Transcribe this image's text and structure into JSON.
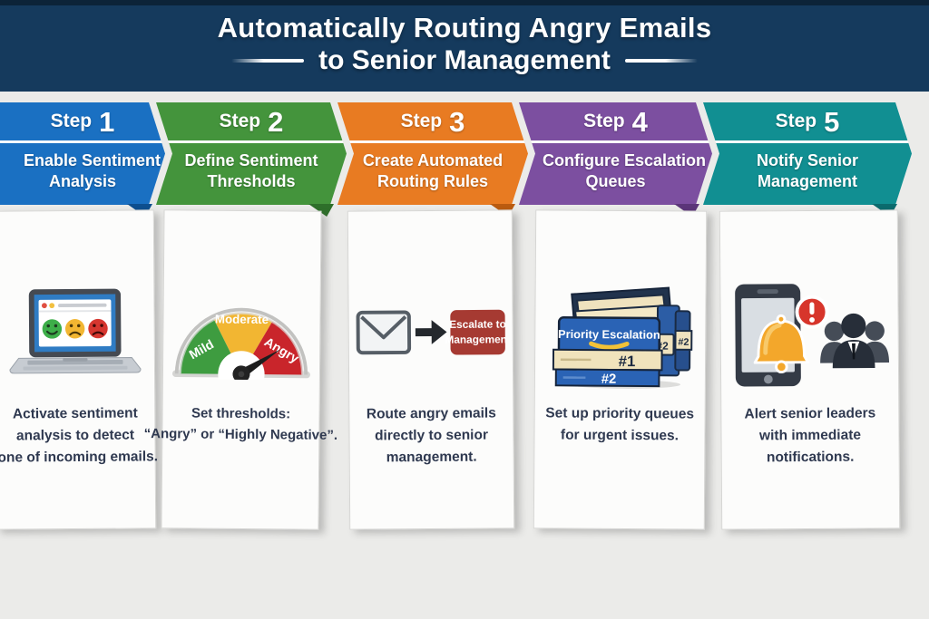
{
  "header": {
    "title_line1": "Automatically Routing Angry Emails",
    "title_line2": "to Senior Management"
  },
  "steps": [
    {
      "step_word": "Step",
      "number": "1",
      "color": "#1A70C2",
      "fold_color": "#0E4F8F",
      "title_lines": [
        "Enable Sentiment",
        "Analysis"
      ],
      "caption_lines": [
        "Activate sentiment",
        "analysis to detect",
        "tone of incoming emails."
      ]
    },
    {
      "step_word": "Step",
      "number": "2",
      "color": "#44943C",
      "fold_color": "#2E6F2A",
      "title_lines": [
        "Define Sentiment",
        "Thresholds"
      ],
      "caption_lines": [
        "Set thresholds:",
        "“Angry” or “Highly Negative”."
      ]
    },
    {
      "step_word": "Step",
      "number": "3",
      "color": "#E87B22",
      "fold_color": "#BA5B10",
      "title_lines": [
        "Create Automated",
        "Routing Rules"
      ],
      "caption_lines": [
        "Route angry emails",
        "directly to senior",
        "management."
      ]
    },
    {
      "step_word": "Step",
      "number": "4",
      "color": "#7C4FA0",
      "fold_color": "#5B3579",
      "title_lines": [
        "Configure Escalation",
        "Queues"
      ],
      "caption_lines": [
        "Set up priority queues",
        "for urgent issues."
      ]
    },
    {
      "step_word": "Step",
      "number": "5",
      "color": "#118F92",
      "fold_color": "#0B6B6E",
      "title_lines": [
        "Notify Senior",
        "Management"
      ],
      "caption_lines": [
        "Alert senior leaders",
        "with immediate",
        "notifications."
      ]
    }
  ],
  "illustrations": {
    "gauge": {
      "mild": "Mild",
      "moderate": "Moderate",
      "angry": "Angry"
    },
    "badge": {
      "line1": "Escalate to",
      "line2": "Management"
    },
    "folders": {
      "front_label": "Priority Escalation",
      "band1": "#1",
      "band2": "#2",
      "side_tab1": "#2",
      "side_tab2": "#2"
    },
    "alert": {
      "exclamation": "!"
    }
  },
  "palette": {
    "header_navy": "#153A5D",
    "gauge_green": "#3E9C40",
    "gauge_yellow": "#F2B632",
    "gauge_red": "#C9252B",
    "face_green": "#3DAE49",
    "face_yellow": "#F2B632",
    "face_red": "#D63730",
    "badge_red": "#A63A32",
    "folder_blue": "#2A63B5",
    "folder_cream": "#F0E3BC",
    "bell_amber": "#F3A72B",
    "alert_red": "#D7352B"
  }
}
